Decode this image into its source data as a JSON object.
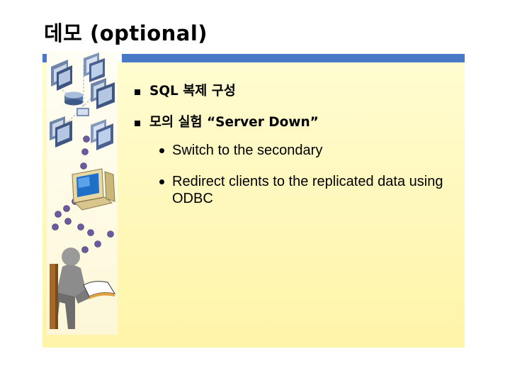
{
  "slide": {
    "title": "데모 (optional)"
  },
  "bullets": [
    {
      "text": "SQL 복제 구성"
    },
    {
      "text": "모의 실험 “Server Down”"
    }
  ],
  "sub_bullets": [
    {
      "text": "Switch to the secondary"
    },
    {
      "text": "Redirect clients to the replicated data using ODBC"
    }
  ],
  "colors": {
    "title_rule": "#4a78c8",
    "panel_top": "#fffcd0",
    "panel_bottom": "#fff4a8",
    "text": "#000000"
  }
}
